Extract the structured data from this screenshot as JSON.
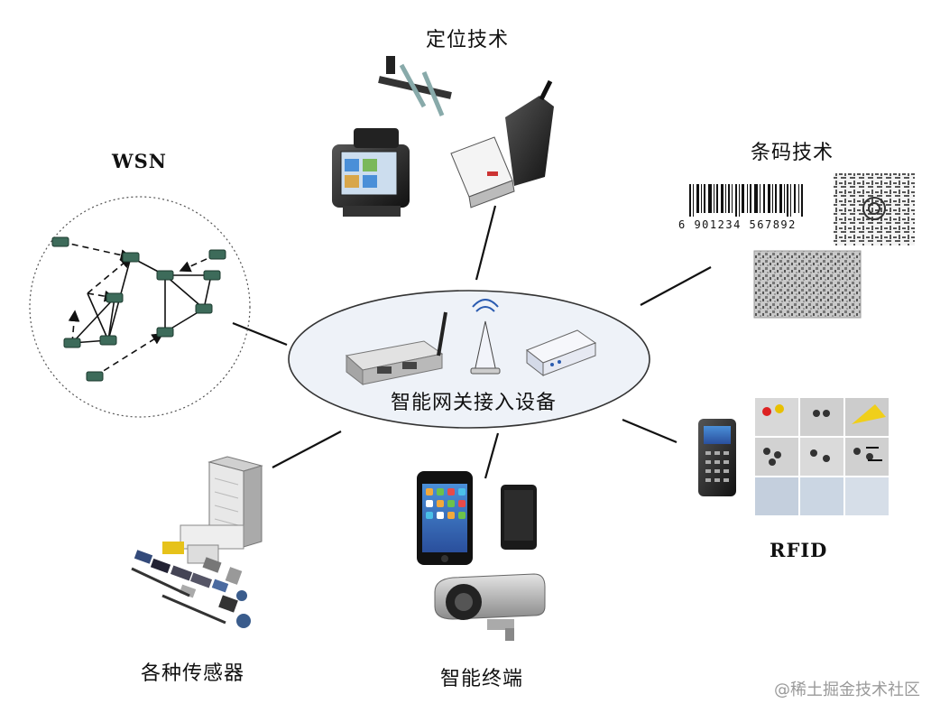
{
  "labels": {
    "wsn": "WSN",
    "positioning": "定位技术",
    "barcode": "条码技术",
    "gateway": "智能网关接入设备",
    "rfid": "RFID",
    "terminals": "智能终端",
    "sensors": "各种传感器"
  },
  "barcode_number": "6 901234 567892",
  "watermark": "@稀土掘金技术社区"
}
